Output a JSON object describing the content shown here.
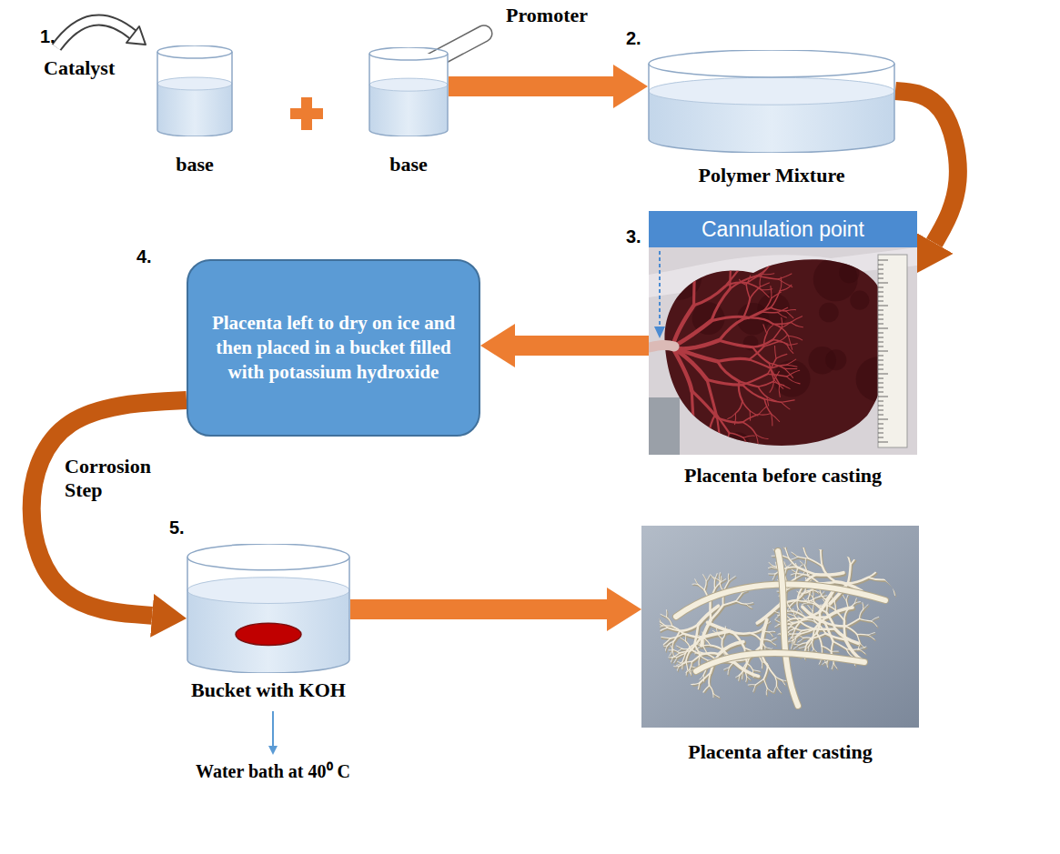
{
  "diagram": {
    "nodes": [
      {
        "text": [
          "base"
        ]
      },
      {
        "text": [
          "base"
        ]
      },
      {
        "text": [
          "Polymer Mixture"
        ]
      },
      {
        "text": [
          "Placenta before casting"
        ]
      },
      {
        "text": [
          "Cannulation point"
        ],
        "in": 3
      },
      {
        "text": [
          "Placenta left to dry on ice and then placed in a bucket filled with potassium hydroxide"
        ]
      },
      {
        "text": [
          "Bucket with KOH"
        ]
      },
      {
        "text": [
          "Placenta after casting"
        ]
      }
    ],
    "edges": [
      {
        "from": 1,
        "to": 2,
        "arrow": "to"
      },
      {
        "from": 2,
        "to": 3,
        "arrow": "to"
      },
      {
        "from": 3,
        "to": 5,
        "arrow": "to"
      },
      {
        "from": 5,
        "to": 6,
        "arrow": "to",
        "label": "Corrosion Step"
      },
      {
        "from": 6,
        "to": 7,
        "arrow": "to"
      }
    ],
    "labels": [
      "1.",
      "Catalyst",
      "Promoter",
      "2.",
      "3.",
      "4.",
      "5.",
      "Water bath at 40⁰ C"
    ]
  }
}
